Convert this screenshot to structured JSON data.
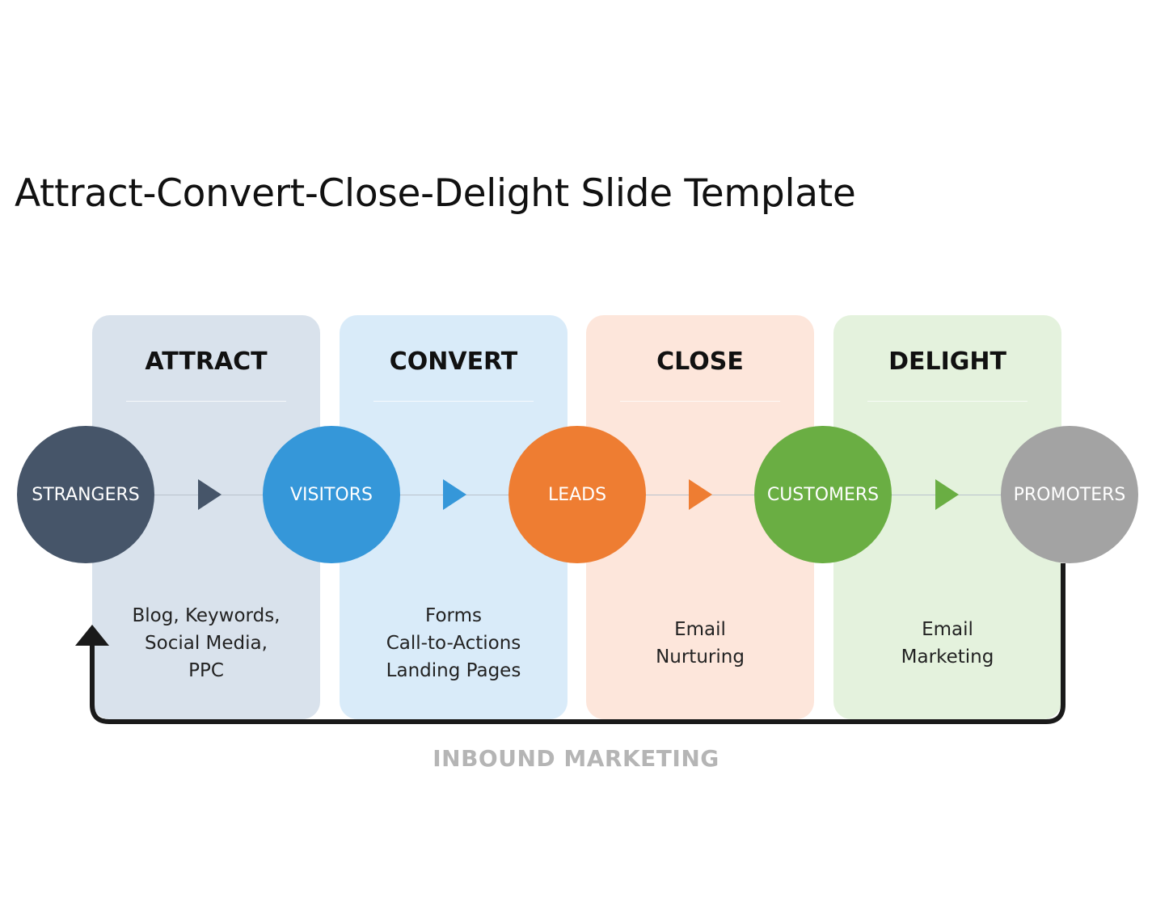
{
  "title": "Attract-Convert-Close-Delight Slide Template",
  "columns": [
    {
      "heading": "ATTRACT",
      "lines": [
        "Blog, Keywords,",
        "Social Media,",
        "PPC"
      ],
      "color": "#d9e2ec"
    },
    {
      "heading": "CONVERT",
      "lines": [
        "Forms",
        "Call-to-Actions",
        "Landing Pages"
      ],
      "color": "#d9ebf9"
    },
    {
      "heading": "CLOSE",
      "lines": [
        "Email",
        "Nurturing"
      ],
      "color": "#fde6db"
    },
    {
      "heading": "DELIGHT",
      "lines": [
        "Email",
        "Marketing"
      ],
      "color": "#e4f2dd"
    }
  ],
  "nodes": [
    {
      "label": "STRANGERS",
      "color": "#465569"
    },
    {
      "label": "VISITORS",
      "color": "#3597d9"
    },
    {
      "label": "LEADS",
      "color": "#ee7d32"
    },
    {
      "label": "CUSTOMERS",
      "color": "#6aae43"
    },
    {
      "label": "PROMOTERS",
      "color": "#a3a3a3"
    }
  ],
  "footer": "INBOUND MARKETING",
  "loop_color": "#1a1a1a"
}
